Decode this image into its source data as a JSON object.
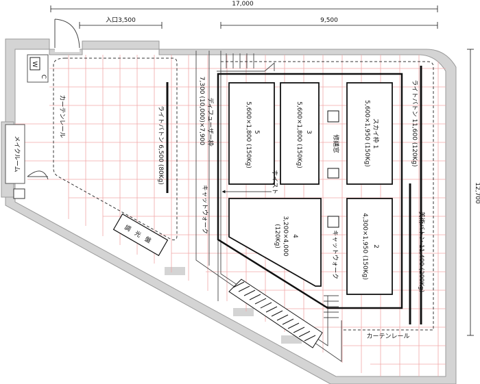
{
  "dimensions": {
    "total_width": "17,000",
    "entrance": "入口3,500",
    "right_span": "9,500",
    "total_depth": "12,700"
  },
  "rooms": {
    "wc_w": "W",
    "wc_c": "C",
    "makeup_room": "メイクルーム",
    "dimmer_board": "調光盤"
  },
  "labels": {
    "curtain_rail_left": "カーテンレール",
    "curtain_rail_bottom": "カーテンレール",
    "light_baton_left": "ライトバトン 6,500 (80Kg)",
    "diffuser_frame_1": "ディフューザー枠",
    "diffuser_frame_2": "7,300 (10,000)×7,900",
    "catwalk_left": "キャットウォーク",
    "catwalk_center": "キャットウォーク",
    "hoist": "ホイスト",
    "repair_room": "修繕窓",
    "light_baton_right": "ライトバトン 11,600 (120Kg)",
    "art_baton": "美術バトン 11,400 (200Kg)"
  },
  "frames": [
    {
      "num": "1",
      "name": "スカイ枠 1",
      "size": "5,600×1,950 (150Kg)"
    },
    {
      "num": "2",
      "name": "2",
      "size": "4,300×1,950 (150Kg)"
    },
    {
      "num": "3",
      "name": "3",
      "size": "5,600×1,800 (150Kg)"
    },
    {
      "num": "4",
      "name": "4",
      "size": "3,200×4,000",
      "load": "(120Kg)"
    },
    {
      "num": "5",
      "name": "5",
      "size": "5,600×1,800 (150Kg)"
    }
  ]
}
